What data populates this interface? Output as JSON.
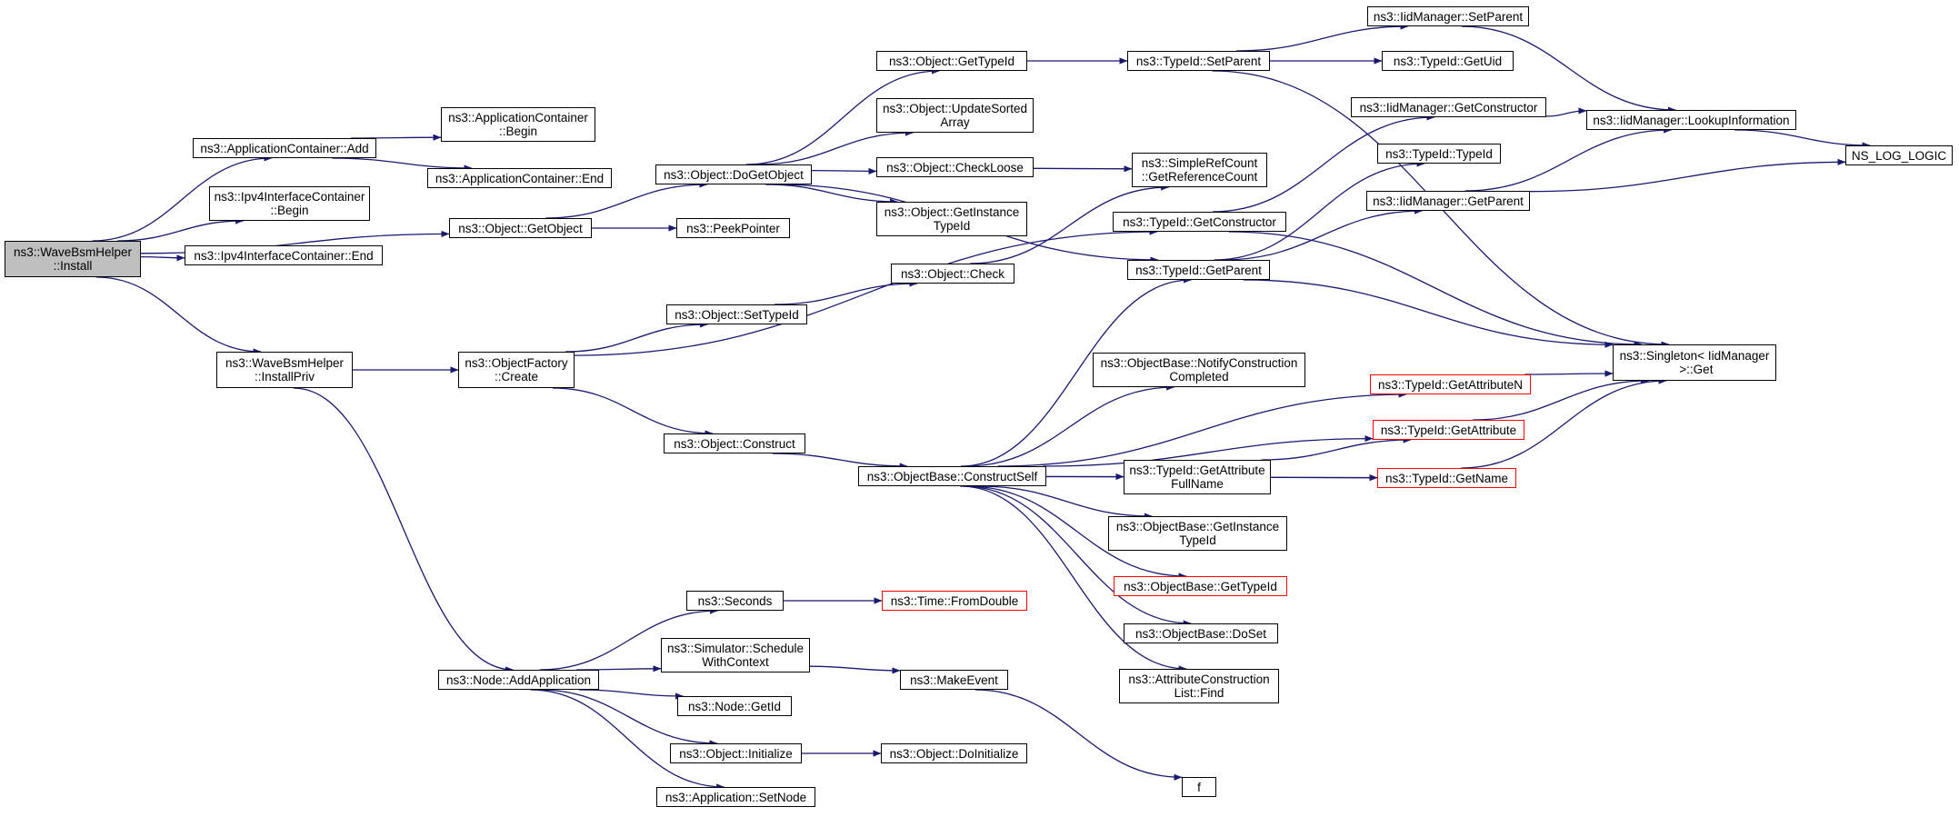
{
  "colors": {
    "edge": "#191970",
    "node_border": "#000000",
    "truncated_border": "#ff0000",
    "root_fill": "#bfbfbf"
  },
  "nodes": [
    {
      "id": "root",
      "label": "ns3::WaveBsmHelper\n::Install",
      "style": "root"
    },
    {
      "id": "appc_add",
      "label": "ns3::ApplicationContainer::Add"
    },
    {
      "id": "appc_begin",
      "label": "ns3::ApplicationContainer\n::Begin"
    },
    {
      "id": "appc_end",
      "label": "ns3::ApplicationContainer::End"
    },
    {
      "id": "ipv4_begin",
      "label": "ns3::Ipv4InterfaceContainer\n::Begin"
    },
    {
      "id": "ipv4_end",
      "label": "ns3::Ipv4InterfaceContainer::End"
    },
    {
      "id": "obj_getobject",
      "label": "ns3::Object::GetObject"
    },
    {
      "id": "peekpointer",
      "label": "ns3::PeekPointer"
    },
    {
      "id": "obj_dogetobject",
      "label": "ns3::Object::DoGetObject"
    },
    {
      "id": "obj_gettypeid",
      "label": "ns3::Object::GetTypeId"
    },
    {
      "id": "obj_updatesorted",
      "label": "ns3::Object::UpdateSorted\nArray"
    },
    {
      "id": "obj_checkloose",
      "label": "ns3::Object::CheckLoose"
    },
    {
      "id": "obj_getinstancetypeid",
      "label": "ns3::Object::GetInstance\nTypeId"
    },
    {
      "id": "obj_check",
      "label": "ns3::Object::Check"
    },
    {
      "id": "obj_settypeid",
      "label": "ns3::Object::SetTypeId"
    },
    {
      "id": "wbh_installpriv",
      "label": "ns3::WaveBsmHelper\n::InstallPriv"
    },
    {
      "id": "objfactory_create",
      "label": "ns3::ObjectFactory\n::Create"
    },
    {
      "id": "obj_construct",
      "label": "ns3::Object::Construct"
    },
    {
      "id": "typeid_setparent",
      "label": "ns3::TypeId::SetParent"
    },
    {
      "id": "iid_setparent",
      "label": "ns3::IidManager::SetParent"
    },
    {
      "id": "typeid_getuid",
      "label": "ns3::TypeId::GetUid"
    },
    {
      "id": "iid_getconstructor",
      "label": "ns3::IidManager::GetConstructor"
    },
    {
      "id": "iid_lookupinfo",
      "label": "ns3::IidManager::LookupInformation"
    },
    {
      "id": "ns_log_logic",
      "label": "NS_LOG_LOGIC"
    },
    {
      "id": "typeid_typeid",
      "label": "ns3::TypeId::TypeId"
    },
    {
      "id": "iid_getparent",
      "label": "ns3::IidManager::GetParent"
    },
    {
      "id": "simplerefcount",
      "label": "ns3::SimpleRefCount\n::GetReferenceCount"
    },
    {
      "id": "typeid_getconstructor",
      "label": "ns3::TypeId::GetConstructor"
    },
    {
      "id": "typeid_getparent",
      "label": "ns3::TypeId::GetParent"
    },
    {
      "id": "singleton_get",
      "label": "ns3::Singleton< IidManager\n >::Get"
    },
    {
      "id": "objbase_notify",
      "label": "ns3::ObjectBase::NotifyConstruction\nCompleted"
    },
    {
      "id": "typeid_getattributen",
      "label": "ns3::TypeId::GetAttributeN",
      "style": "red"
    },
    {
      "id": "typeid_getattribute",
      "label": "ns3::TypeId::GetAttribute",
      "style": "red"
    },
    {
      "id": "objbase_constructself",
      "label": "ns3::ObjectBase::ConstructSelf"
    },
    {
      "id": "typeid_getattrfullname",
      "label": "ns3::TypeId::GetAttribute\nFullName"
    },
    {
      "id": "typeid_getname",
      "label": "ns3::TypeId::GetName",
      "style": "red"
    },
    {
      "id": "objbase_getinstancetypeid",
      "label": "ns3::ObjectBase::GetInstance\nTypeId"
    },
    {
      "id": "objbase_gettypeid",
      "label": "ns3::ObjectBase::GetTypeId",
      "style": "red"
    },
    {
      "id": "objbase_doset",
      "label": "ns3::ObjectBase::DoSet"
    },
    {
      "id": "attrconstr_find",
      "label": "ns3::AttributeConstruction\nList::Find"
    },
    {
      "id": "seconds",
      "label": "ns3::Seconds"
    },
    {
      "id": "time_fromdouble",
      "label": "ns3::Time::FromDouble",
      "style": "red"
    },
    {
      "id": "sim_schedule",
      "label": "ns3::Simulator::Schedule\nWithContext"
    },
    {
      "id": "makeevent",
      "label": "ns3::MakeEvent"
    },
    {
      "id": "node_addapp",
      "label": "ns3::Node::AddApplication"
    },
    {
      "id": "node_getid",
      "label": "ns3::Node::GetId"
    },
    {
      "id": "obj_initialize",
      "label": "ns3::Object::Initialize"
    },
    {
      "id": "obj_doinitialize",
      "label": "ns3::Object::DoInitialize"
    },
    {
      "id": "app_setnode",
      "label": "ns3::Application::SetNode"
    },
    {
      "id": "f",
      "label": "f"
    }
  ],
  "edges": [
    [
      "root",
      "appc_add"
    ],
    [
      "root",
      "ipv4_begin"
    ],
    [
      "root",
      "ipv4_end"
    ],
    [
      "root",
      "obj_getobject"
    ],
    [
      "root",
      "wbh_installpriv"
    ],
    [
      "appc_add",
      "appc_begin"
    ],
    [
      "appc_add",
      "appc_end"
    ],
    [
      "obj_getobject",
      "obj_dogetobject"
    ],
    [
      "obj_getobject",
      "peekpointer"
    ],
    [
      "obj_dogetobject",
      "obj_gettypeid"
    ],
    [
      "obj_dogetobject",
      "obj_updatesorted"
    ],
    [
      "obj_dogetobject",
      "obj_checkloose"
    ],
    [
      "obj_dogetobject",
      "obj_getinstancetypeid"
    ],
    [
      "obj_dogetobject",
      "typeid_getparent"
    ],
    [
      "obj_gettypeid",
      "typeid_setparent"
    ],
    [
      "typeid_setparent",
      "iid_setparent"
    ],
    [
      "typeid_setparent",
      "typeid_getuid"
    ],
    [
      "typeid_setparent",
      "singleton_get"
    ],
    [
      "iid_setparent",
      "iid_lookupinfo"
    ],
    [
      "iid_getconstructor",
      "iid_lookupinfo"
    ],
    [
      "iid_lookupinfo",
      "ns_log_logic"
    ],
    [
      "iid_getparent",
      "iid_lookupinfo"
    ],
    [
      "iid_getparent",
      "ns_log_logic"
    ],
    [
      "obj_checkloose",
      "simplerefcount"
    ],
    [
      "obj_check",
      "simplerefcount"
    ],
    [
      "obj_settypeid",
      "obj_check"
    ],
    [
      "wbh_installpriv",
      "objfactory_create"
    ],
    [
      "wbh_installpriv",
      "node_addapp"
    ],
    [
      "objfactory_create",
      "obj_settypeid"
    ],
    [
      "objfactory_create",
      "typeid_getconstructor"
    ],
    [
      "objfactory_create",
      "obj_construct"
    ],
    [
      "typeid_getconstructor",
      "iid_getconstructor"
    ],
    [
      "typeid_getconstructor",
      "singleton_get"
    ],
    [
      "typeid_getparent",
      "iid_getparent"
    ],
    [
      "typeid_getparent",
      "typeid_typeid"
    ],
    [
      "typeid_getparent",
      "singleton_get"
    ],
    [
      "obj_construct",
      "objbase_constructself"
    ],
    [
      "objbase_constructself",
      "typeid_getparent"
    ],
    [
      "objbase_constructself",
      "objbase_notify"
    ],
    [
      "objbase_constructself",
      "typeid_getattributen"
    ],
    [
      "objbase_constructself",
      "typeid_getattribute"
    ],
    [
      "objbase_constructself",
      "typeid_getattrfullname"
    ],
    [
      "objbase_constructself",
      "objbase_getinstancetypeid"
    ],
    [
      "objbase_constructself",
      "objbase_gettypeid"
    ],
    [
      "objbase_constructself",
      "objbase_doset"
    ],
    [
      "objbase_constructself",
      "attrconstr_find"
    ],
    [
      "objbase_constructself",
      "typeid_getname"
    ],
    [
      "typeid_getattributen",
      "singleton_get"
    ],
    [
      "typeid_getattribute",
      "singleton_get"
    ],
    [
      "typeid_getattrfullname",
      "typeid_getattribute"
    ],
    [
      "typeid_getattrfullname",
      "typeid_getname"
    ],
    [
      "typeid_getname",
      "singleton_get"
    ],
    [
      "node_addapp",
      "seconds"
    ],
    [
      "node_addapp",
      "sim_schedule"
    ],
    [
      "node_addapp",
      "node_getid"
    ],
    [
      "node_addapp",
      "obj_initialize"
    ],
    [
      "node_addapp",
      "app_setnode"
    ],
    [
      "seconds",
      "time_fromdouble"
    ],
    [
      "sim_schedule",
      "makeevent"
    ],
    [
      "makeevent",
      "f"
    ],
    [
      "obj_initialize",
      "obj_doinitialize"
    ]
  ]
}
